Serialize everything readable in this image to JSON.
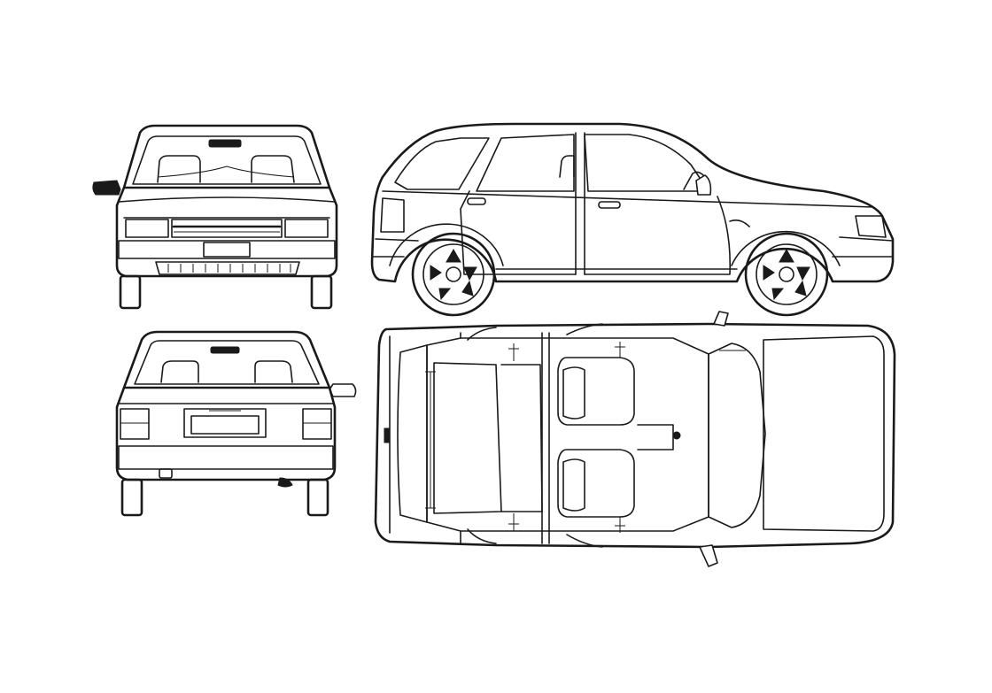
{
  "drawing": {
    "views": [
      {
        "id": "front-view",
        "label": ""
      },
      {
        "id": "side-view",
        "label": ""
      },
      {
        "id": "rear-view",
        "label": ""
      },
      {
        "id": "top-view",
        "label": ""
      }
    ],
    "colors": {
      "line": "#1a1a1a",
      "background": "#ffffff"
    }
  }
}
